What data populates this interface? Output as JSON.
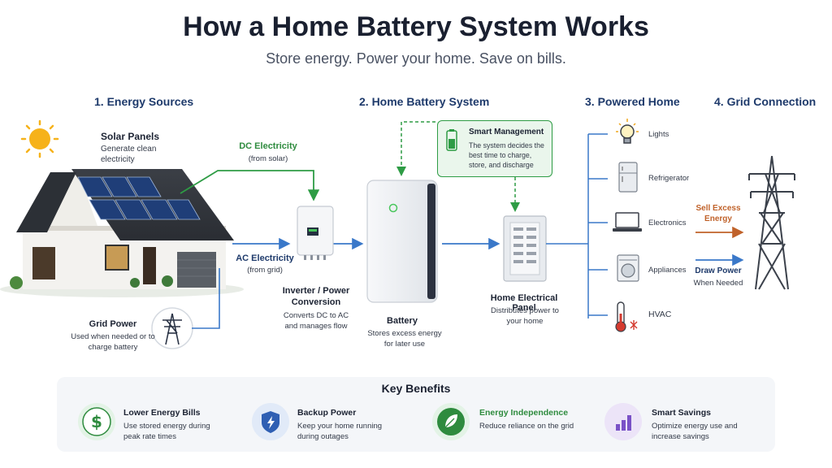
{
  "header": {
    "title": "How a Home Battery System Works",
    "subtitle": "Store energy. Power your home. Save on bills."
  },
  "sections": {
    "energy_sources": "1. Energy Sources",
    "battery_system": "2. Home Battery System",
    "powered_home": "3. Powered Home",
    "grid_connection": "4. Grid Connection"
  },
  "solar": {
    "title": "Solar Panels",
    "desc": "Generate clean electricity"
  },
  "dc_flow": {
    "title": "DC Electricity",
    "sub": "(from solar)"
  },
  "ac_flow": {
    "title": "AC Electricity",
    "sub": "(from grid)"
  },
  "grid_power": {
    "title": "Grid Power",
    "desc": "Used when needed or to charge battery"
  },
  "inverter": {
    "title": "Inverter / Power Conversion",
    "desc": "Converts DC to AC and manages flow"
  },
  "battery": {
    "title": "Battery",
    "desc": "Stores excess energy for later use"
  },
  "smart_mgmt": {
    "title": "Smart Management",
    "desc": "The system decides the best time to charge, store, and discharge"
  },
  "panel": {
    "title": "Home Electrical Panel",
    "desc": "Distributes power to your home"
  },
  "appliances": [
    {
      "label": "Lights",
      "icon": "lightbulb-icon"
    },
    {
      "label": "Refrigerator",
      "icon": "refrigerator-icon"
    },
    {
      "label": "Electronics",
      "icon": "laptop-icon"
    },
    {
      "label": "Appliances",
      "icon": "washer-icon"
    },
    {
      "label": "HVAC",
      "icon": "thermometer-icon"
    }
  ],
  "grid": {
    "sell": "Sell Excess Energy",
    "draw_title": "Draw Power",
    "draw_sub": "When Needed"
  },
  "benefits": {
    "heading": "Key Benefits",
    "items": [
      {
        "title": "Lower Energy Bills",
        "desc": "Use stored energy during peak rate times",
        "icon": "dollar-icon",
        "color": "#2e8b3e"
      },
      {
        "title": "Backup Power",
        "desc": "Keep your home running during outages",
        "icon": "shield-icon",
        "color": "#2f5fb3"
      },
      {
        "title": "Energy Independence",
        "desc": "Reduce reliance on the grid",
        "icon": "leaf-icon",
        "color": "#2e8b3e"
      },
      {
        "title": "Smart Savings",
        "desc": "Optimize energy use and increase savings",
        "icon": "bar-chart-icon",
        "color": "#7a52c7"
      }
    ]
  },
  "colors": {
    "dc_green": "#2e9c45",
    "flow_blue": "#3a78c9",
    "sell_orange": "#c0622a",
    "section_blue": "#1e3a6b"
  }
}
